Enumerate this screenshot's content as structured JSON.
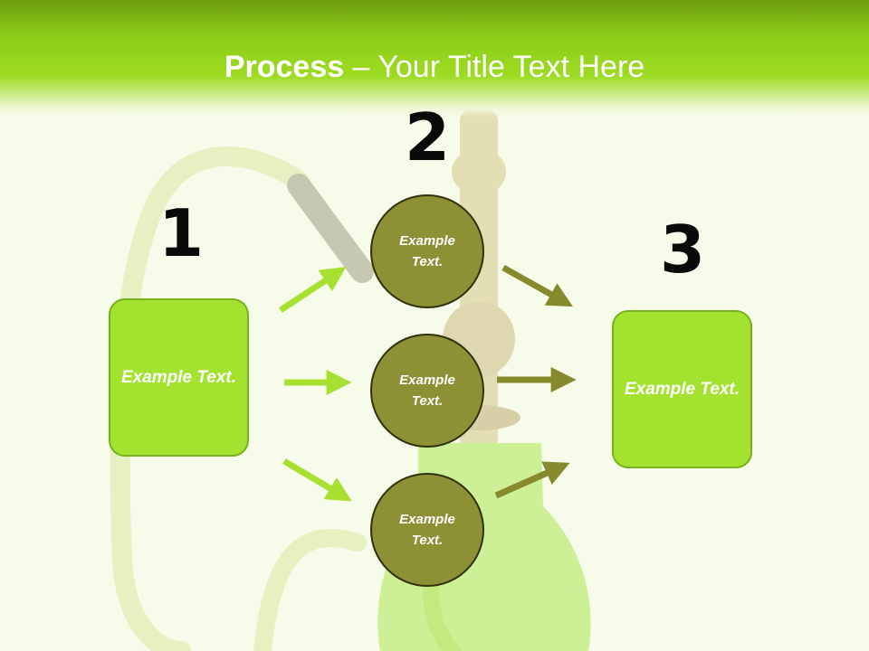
{
  "title": {
    "bold": "Process",
    "rest": " – Your Title Text Here"
  },
  "steps": [
    {
      "number": "1",
      "text": "Example Text."
    },
    {
      "number": "2"
    },
    {
      "number": "3",
      "text": "Example Text."
    }
  ],
  "circles": [
    {
      "text": "Example Text."
    },
    {
      "text": "Example Text."
    },
    {
      "text": "Example Text."
    }
  ],
  "colors": {
    "header_green": "#8ccc18",
    "box_green": "#a3e330",
    "circle_olive": "#8d9034",
    "left_arrow": "#a8e032",
    "right_arrow": "#868a2c"
  }
}
